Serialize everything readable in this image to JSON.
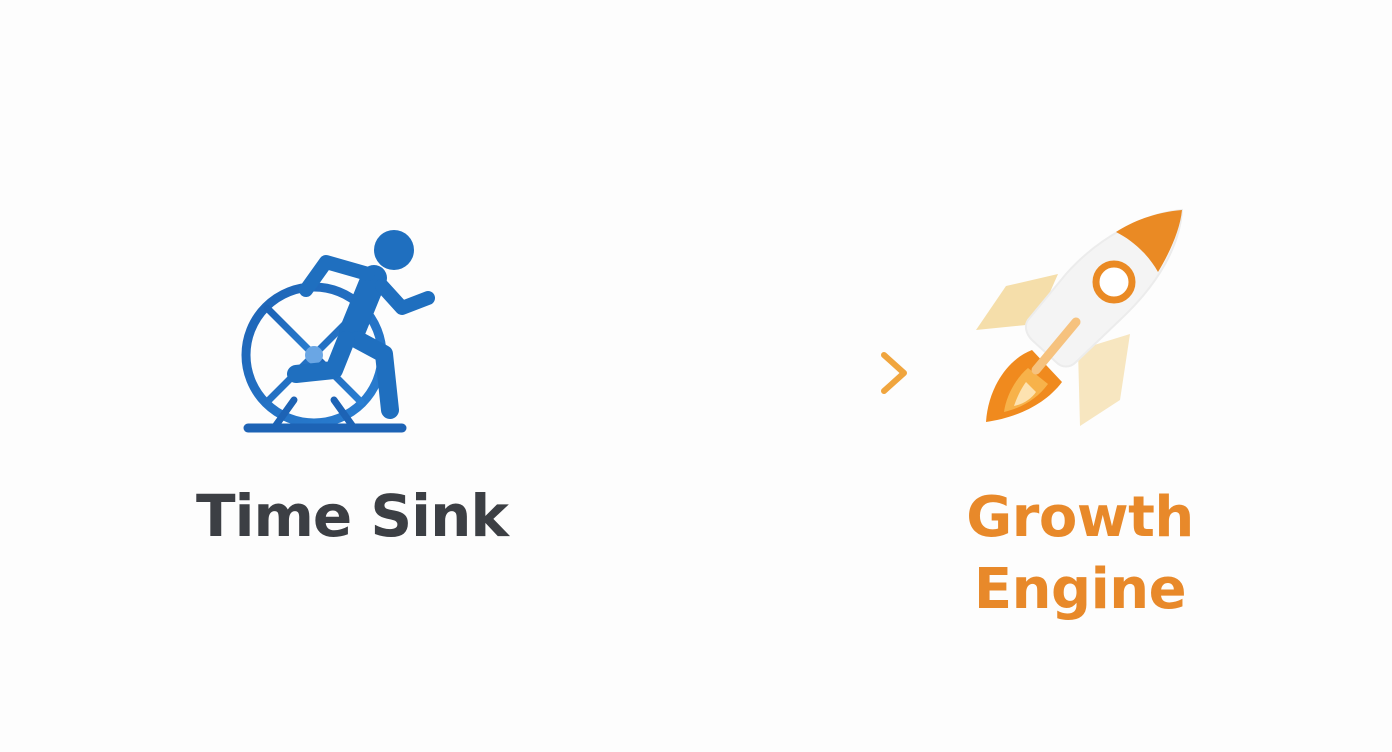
{
  "left": {
    "label": "Time Sink",
    "icon": "person-on-hamster-wheel-icon",
    "color": "#1f6fbf"
  },
  "right": {
    "label_line1": "Growth",
    "label_line2": "Engine",
    "icon": "rocket-icon",
    "color": "#e8892a"
  },
  "arrow": {
    "direction": "left-to-right",
    "gradient_start": "#2c7fd0",
    "gradient_end": "#f0a53e"
  },
  "text_color": "#3c3f44"
}
